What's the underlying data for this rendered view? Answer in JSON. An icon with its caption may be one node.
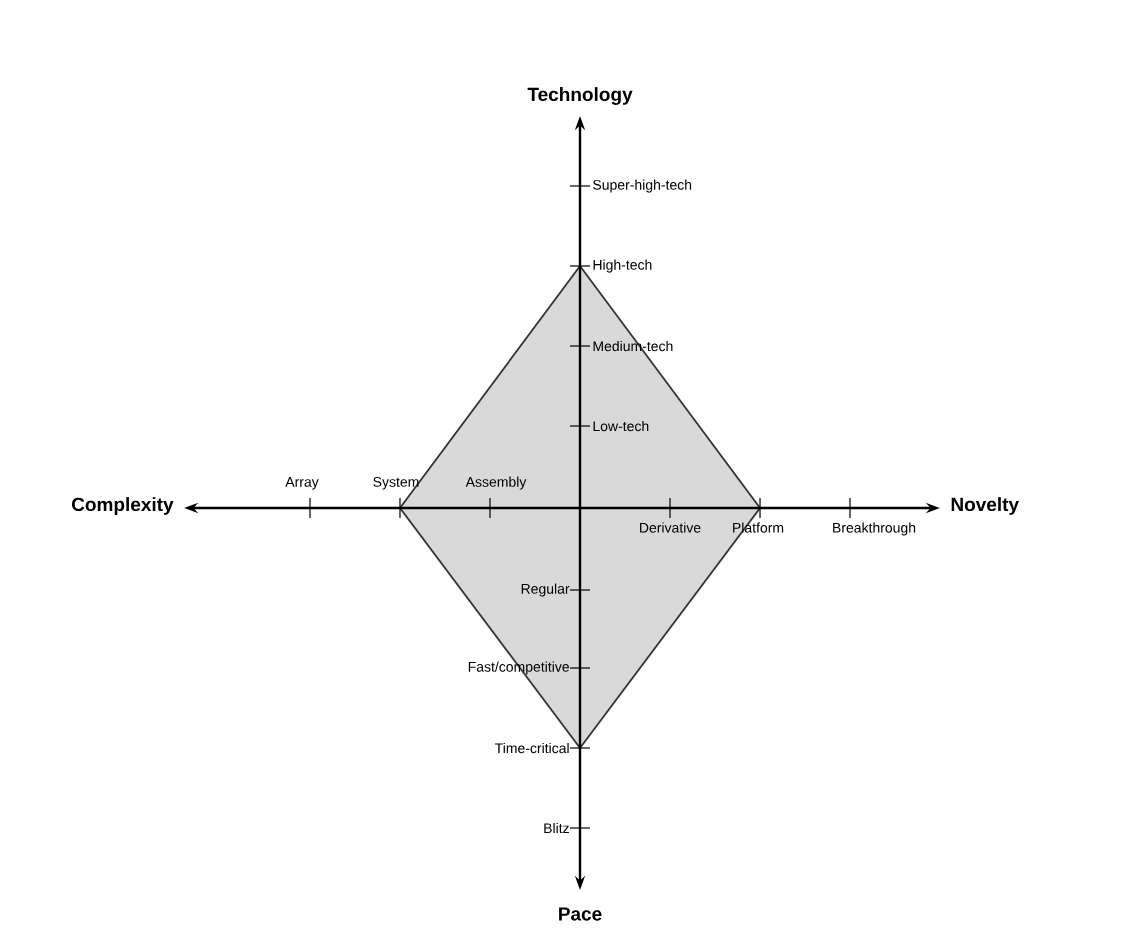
{
  "diagram": {
    "labels": [
      "Technology",
      "Super-high-tech",
      "High-tech",
      "Medium-tech",
      "Low-tech",
      "Complexity",
      "Array",
      "System",
      "Assembly",
      "Novelty",
      "Derivative",
      "Platform",
      "Breakthrough",
      "Regular",
      "Fast/competitive",
      "Time-critical",
      "Blitz",
      "Pace"
    ]
  }
}
